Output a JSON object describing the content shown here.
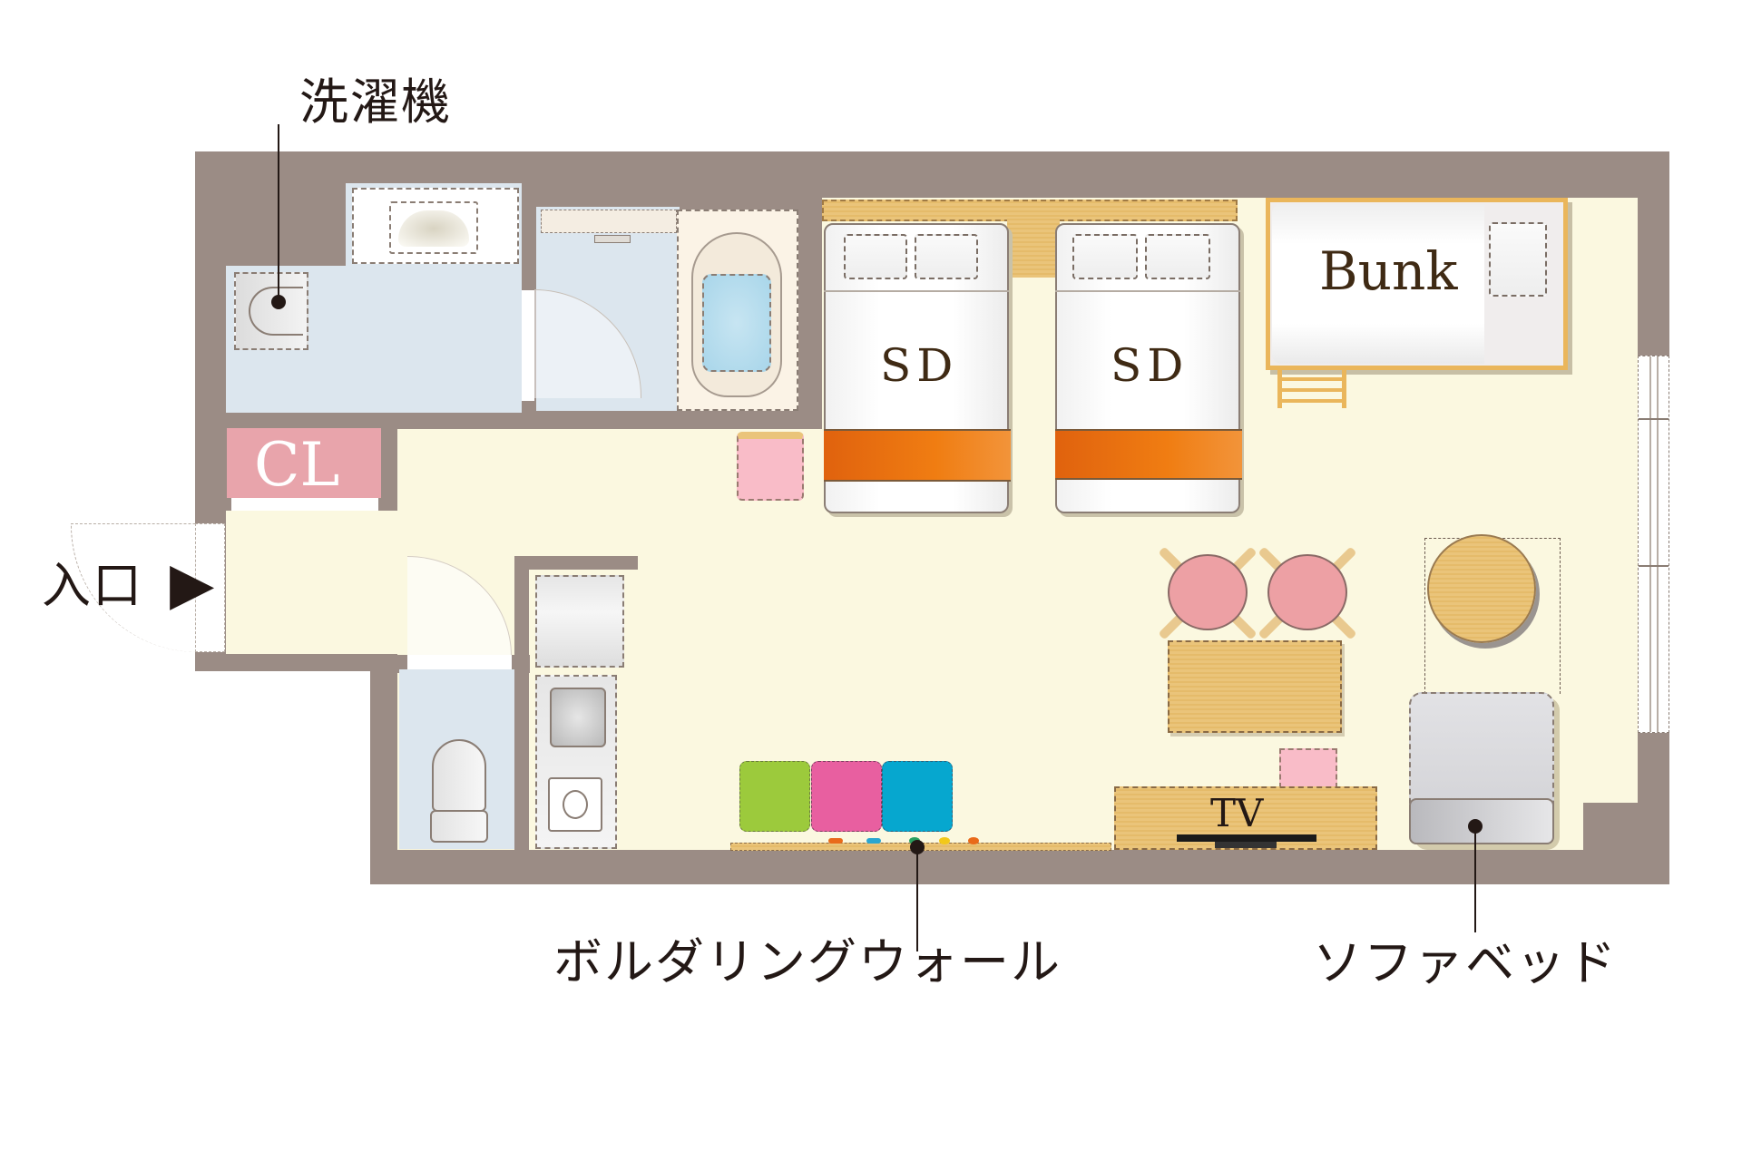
{
  "floorplan": {
    "labels": {
      "washer": "洗濯機",
      "entrance": "入口",
      "closet": "CL",
      "bed_left": "SD",
      "bed_right": "SD",
      "bunk": "Bunk",
      "tv": "TV",
      "bouldering_wall": "ボルダリングウォール",
      "sofa_bed": "ソファベッド"
    },
    "icons": {
      "entrance_arrow": "▶"
    },
    "colors": {
      "wall": "#9b8c85",
      "floor": "#fbf8e0",
      "wet_area": "#dce6ee",
      "closet": "#e8a4ab",
      "bed_throw": "#f07d12",
      "chair": "#eda0a4",
      "wood": "#eac47a",
      "holds_green": "#9cca3c",
      "holds_pink": "#e85fa0",
      "holds_blue": "#06a7cf",
      "text": "#231815"
    }
  }
}
